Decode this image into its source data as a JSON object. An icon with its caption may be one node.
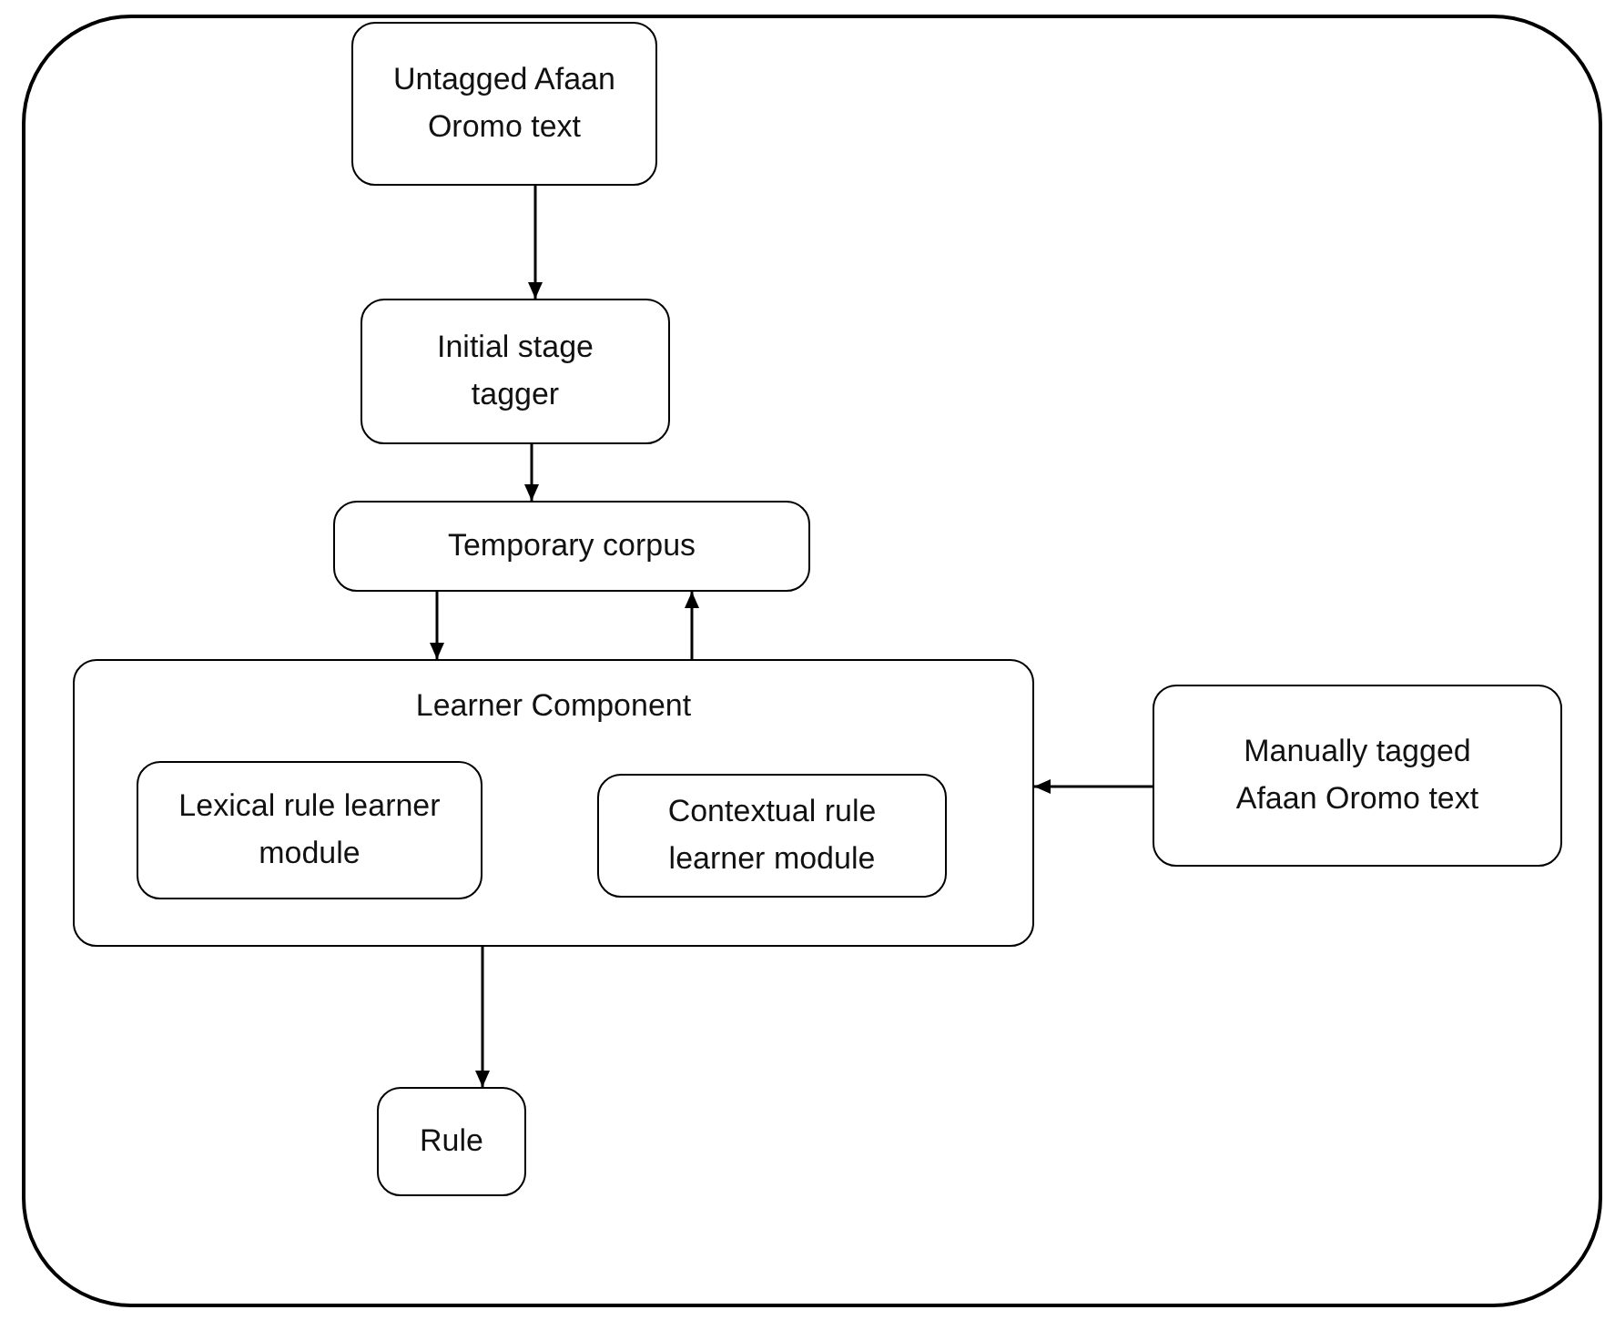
{
  "diagram": {
    "nodes": [
      {
        "text": [],
        "shape": "box"
      },
      {
        "text": [
          "Untagged Afaan Oromo text"
        ],
        "in": 0
      },
      {
        "text": [
          "Initial stage tagger"
        ],
        "in": 0
      },
      {
        "text": [
          "Temporary corpus"
        ],
        "in": 0
      },
      {
        "text": [
          "Learner Component"
        ],
        "in": 0
      },
      {
        "text": [
          "Lexical rule learner module"
        ],
        "in": 4
      },
      {
        "text": [
          "Contextual rule learner module"
        ],
        "in": 4
      },
      {
        "text": [
          "Manually tagged Afaan Oromo text"
        ],
        "in": 0
      },
      {
        "text": [
          "Rule"
        ],
        "in": 0
      }
    ],
    "edges": [
      {
        "from": 1,
        "to": 2,
        "arrow": "to"
      },
      {
        "from": 2,
        "to": 3,
        "arrow": "to"
      },
      {
        "from": 3,
        "to": 4,
        "arrow": "to"
      },
      {
        "from": 4,
        "to": 3,
        "arrow": "to"
      },
      {
        "from": 7,
        "to": 4,
        "arrow": "to"
      },
      {
        "from": 4,
        "to": 8,
        "arrow": "to"
      }
    ]
  }
}
